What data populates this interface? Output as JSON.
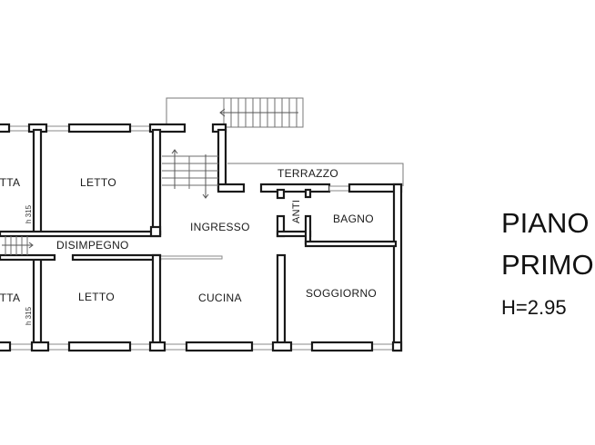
{
  "plan": {
    "rooms": [
      {
        "id": "soffitta-top",
        "label": "ITTA"
      },
      {
        "id": "letto-top",
        "label": "LETTO"
      },
      {
        "id": "ingresso",
        "label": "INGRESSO"
      },
      {
        "id": "terrazzo",
        "label": "TERRAZZO"
      },
      {
        "id": "anti",
        "label": "ANTI"
      },
      {
        "id": "bagno",
        "label": "BAGNO"
      },
      {
        "id": "disimpegno",
        "label": "DISIMPEGNO"
      },
      {
        "id": "soffitta-bottom",
        "label": "ITTA"
      },
      {
        "id": "letto-bottom",
        "label": "LETTO"
      },
      {
        "id": "cucina",
        "label": "CUCINA"
      },
      {
        "id": "soggiorno",
        "label": "SOGGIORNO"
      }
    ],
    "height_notes": [
      "h 315",
      "h 315"
    ]
  },
  "title": {
    "line1": "PIANO",
    "line2": "PRIMO",
    "line3": "H=2.95"
  },
  "colors": {
    "wall": "#1a1a1a",
    "background": "#ffffff"
  }
}
